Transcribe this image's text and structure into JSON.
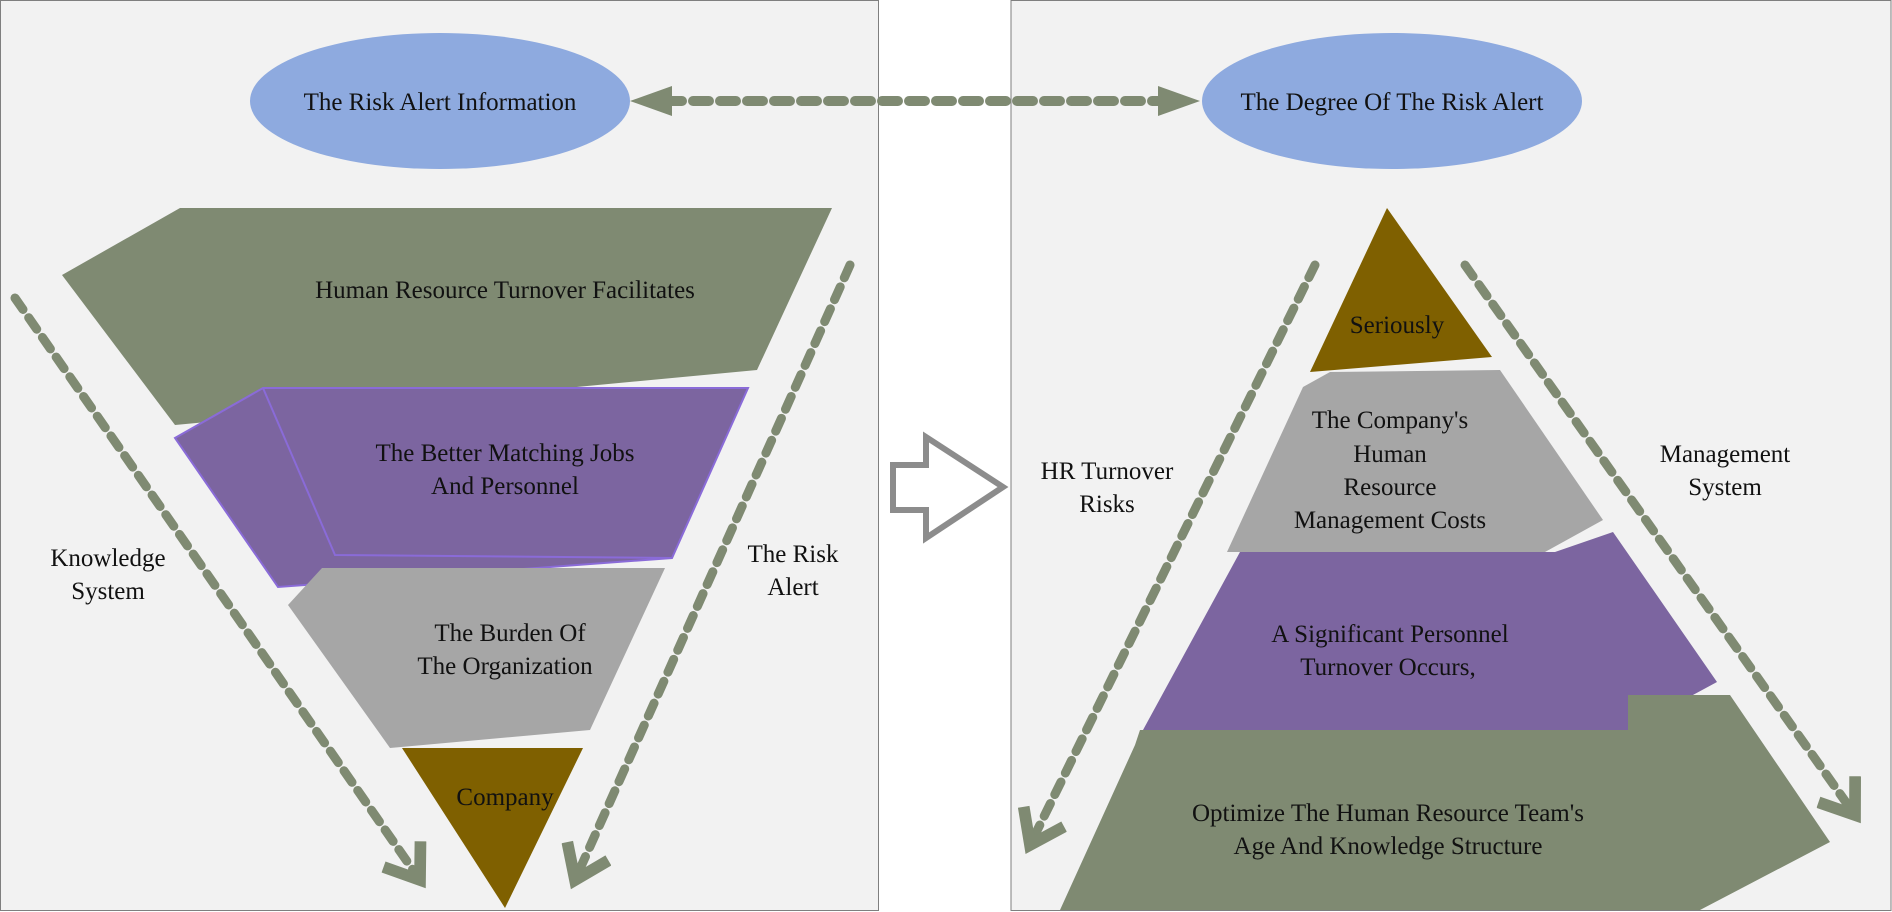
{
  "colors": {
    "panel_bg": "#f2f2f2",
    "panel_border": "#7f7f7f",
    "ellipse": "#8eaadf",
    "olive_green": "#7f8a72",
    "purple": "#7c65a0",
    "gray": "#a6a6a6",
    "brown": "#7f6000",
    "arrow_outline": "#8c8c8c",
    "dashed_arrow": "#7f8a72"
  },
  "left_panel": {
    "header": "The Risk Alert Information",
    "layers": {
      "top": "Human Resource Turnover Facilitates",
      "second": [
        "The Better Matching Jobs",
        "And Personnel"
      ],
      "third": [
        "The Burden Of",
        "The Organization"
      ],
      "bottom": "Company"
    },
    "side_labels": {
      "left": [
        "Knowledge",
        "System"
      ],
      "right": [
        "The Risk",
        "Alert"
      ]
    }
  },
  "right_panel": {
    "header": "The Degree Of The Risk Alert",
    "layers": {
      "top": "Seriously",
      "second": [
        "The Company's",
        "Human",
        "Resource",
        "Management Costs"
      ],
      "third": [
        "A Significant Personnel",
        "Turnover Occurs,"
      ],
      "bottom": [
        "Optimize The Human Resource Team's",
        "Age And Knowledge Structure"
      ]
    },
    "side_labels": {
      "left": [
        "HR Turnover",
        "Risks"
      ],
      "right": [
        "Management",
        "System"
      ]
    }
  }
}
